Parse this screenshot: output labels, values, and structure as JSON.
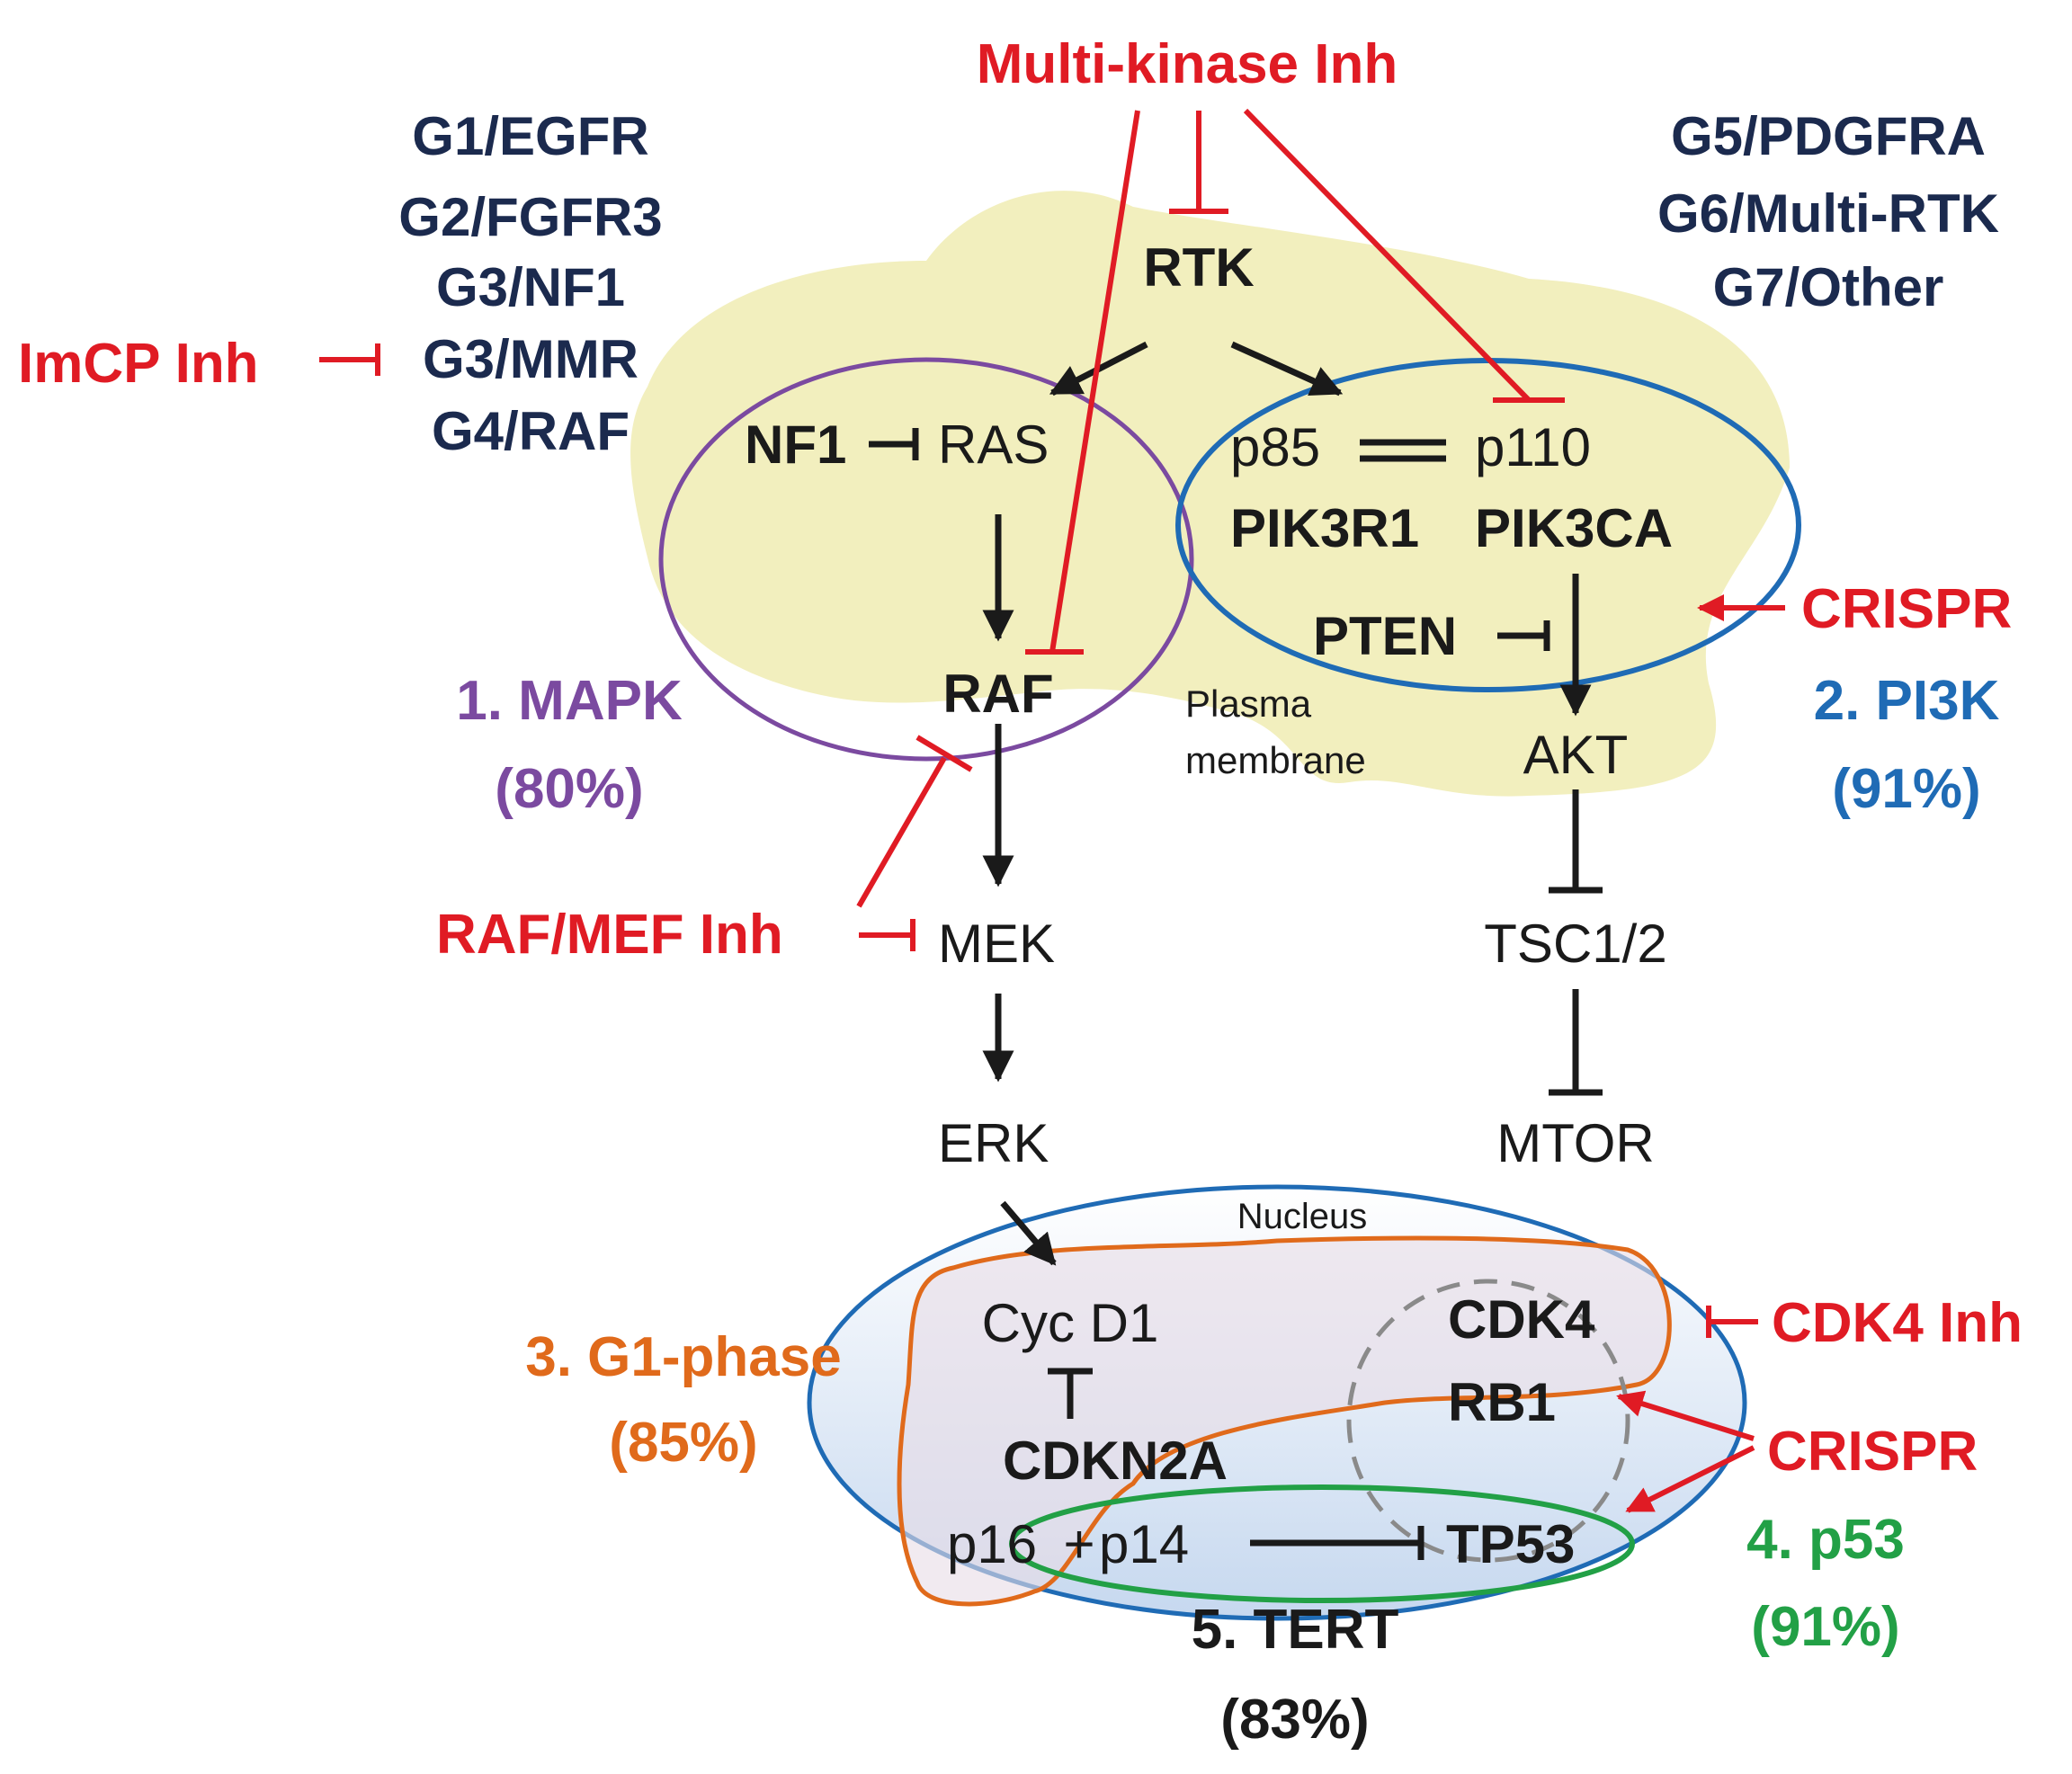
{
  "colors": {
    "navy": "#1b2a4e",
    "red": "#e01b24",
    "purple": "#7b4aa0",
    "blue": "#1f6bb5",
    "orange": "#e06a1b",
    "green": "#22a046",
    "black": "#1a1a1a",
    "membrane": "#f2efbe",
    "grey": "#8a8a8a"
  },
  "groups_left": [
    "G1/EGFR",
    "G2/FGFR3",
    "G3/NF1",
    "G3/MMR",
    "G4/RAF"
  ],
  "groups_right": [
    "G5/PDGFRA",
    "G6/Multi-RTK",
    "G7/Other"
  ],
  "inhibitors": {
    "multikinase": "Multi-kinase Inh",
    "imcp": "ImCP Inh",
    "raf_mef": "RAF/MEF Inh",
    "cdk4": "CDK4 Inh"
  },
  "crispr": [
    "CRISPR",
    "CRISPR"
  ],
  "nodes": {
    "rtk": "RTK",
    "nf1": "NF1",
    "ras": "RAS",
    "raf": "RAF",
    "mek": "MEK",
    "erk": "ERK",
    "p85": "p85",
    "p110": "p110",
    "pik3r1": "PIK3R1",
    "pik3ca": "PIK3CA",
    "pten": "PTEN",
    "akt": "AKT",
    "tsc": "TSC1/2",
    "mtor": "MTOR",
    "cycd1": "Cyc D1",
    "cdkn2a": "CDKN2A",
    "p16": "p16",
    "plus": "+",
    "p14": "p14",
    "cdk4": "CDK4",
    "rb1": "RB1",
    "tp53": "TP53"
  },
  "compartments": {
    "membrane_line1": "Plasma",
    "membrane_line2": "membrane",
    "nucleus": "Nucleus"
  },
  "pathways": {
    "mapk": {
      "name": "1. MAPK",
      "pct": "(80%)"
    },
    "pi3k": {
      "name": "2. PI3K",
      "pct": "(91%)"
    },
    "g1": {
      "name": "3. G1-phase",
      "pct": "(85%)"
    },
    "p53": {
      "name": "4. p53",
      "pct": "(91%)"
    },
    "tert": {
      "name": "5. TERT",
      "pct": "(83%)"
    }
  }
}
